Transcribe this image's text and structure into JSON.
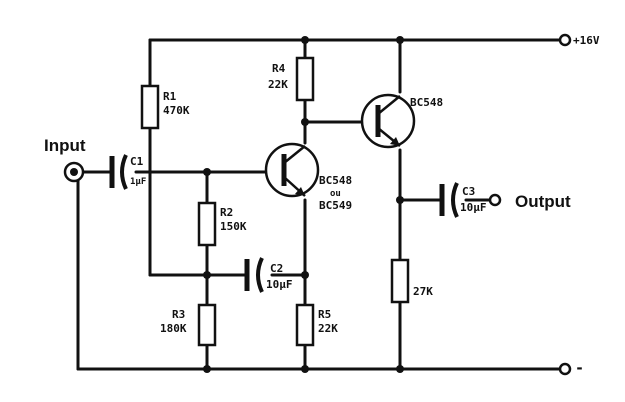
{
  "supply": {
    "positive": "+16V",
    "negative": "-"
  },
  "io": {
    "input": "Input",
    "output": "Output"
  },
  "components": {
    "r1": {
      "name": "R1",
      "value": "470K"
    },
    "r2": {
      "name": "R2",
      "value": "150K"
    },
    "r3": {
      "name": "R3",
      "value": "180K"
    },
    "r4": {
      "name": "R4",
      "value": "22K"
    },
    "r5": {
      "name": "R5",
      "value": "22K"
    },
    "r6": {
      "value": "27K"
    },
    "c1": {
      "name": "C1",
      "value": "1µF"
    },
    "c2": {
      "name": "C2",
      "value": "10µF"
    },
    "c3": {
      "name": "C3",
      "value": "10µF"
    },
    "q1": {
      "type": "BC548",
      "or": "ou",
      "alt": "BC549"
    },
    "q2": {
      "type": "BC548"
    }
  }
}
